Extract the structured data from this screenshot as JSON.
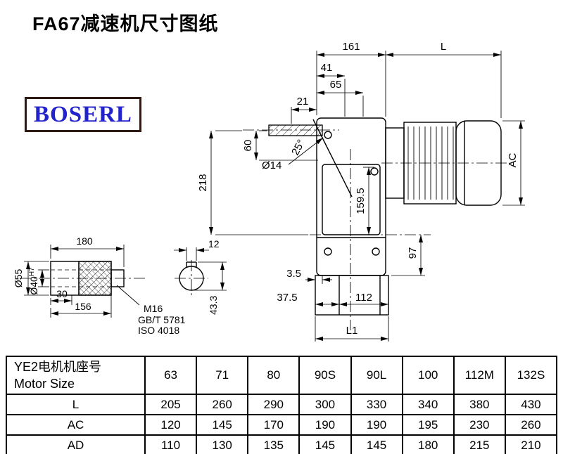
{
  "title": "FA67减速机尺寸图纸",
  "logo_text": "BOSERL",
  "main_view": {
    "dim_161": "161",
    "dim_L": "L",
    "dim_41": "41",
    "dim_65": "65",
    "dim_21": "21",
    "dim_60": "60",
    "dim_dia14": "Ø14",
    "dim_218": "218",
    "dim_25deg": "25°",
    "dim_AC": "AC",
    "dim_159_5": "159.5",
    "dim_97": "97",
    "dim_3_5": "3.5",
    "dim_37_5": "37.5",
    "dim_112": "112",
    "dim_L1": "L1"
  },
  "shaft_view": {
    "dim_180": "180",
    "dim_12": "12",
    "dim_dia55": "Ø55",
    "dim_dia40": "Ø40",
    "dim_dia40_tol": "H7",
    "dim_30": "30",
    "dim_156": "156",
    "dim_43_3": "43.3",
    "note_thread": "M16",
    "note_std1": "GB/T 5781",
    "note_std2": "ISO 4018"
  },
  "table": {
    "header": {
      "line1": "YE2电机机座号",
      "line2": "Motor Size"
    },
    "columns": [
      "63",
      "71",
      "80",
      "90S",
      "90L",
      "100",
      "112M",
      "132S"
    ],
    "rows": [
      {
        "label": "L",
        "values": [
          "205",
          "260",
          "290",
          "300",
          "330",
          "340",
          "380",
          "430"
        ]
      },
      {
        "label": "AC",
        "values": [
          "120",
          "145",
          "170",
          "190",
          "190",
          "195",
          "230",
          "260"
        ]
      },
      {
        "label": "AD",
        "values": [
          "110",
          "130",
          "135",
          "145",
          "145",
          "180",
          "215",
          "210"
        ]
      }
    ]
  }
}
